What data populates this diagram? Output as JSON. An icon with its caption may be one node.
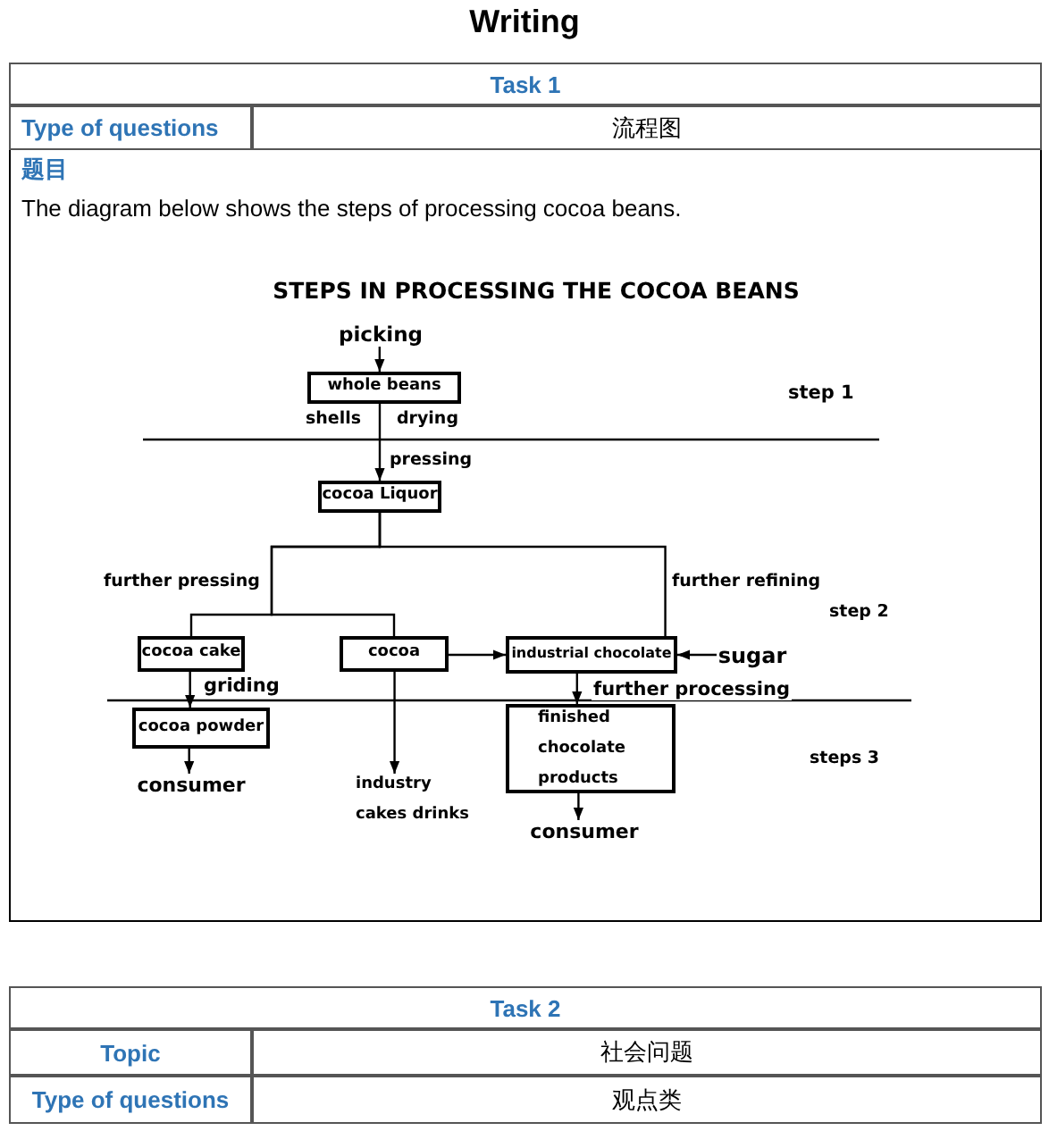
{
  "diagram": {
    "title": "Writing",
    "nodes": [
      {
        "text": [
          "picking"
        ]
      },
      {
        "text": [
          "whole beans"
        ],
        "beside": [
          "shells",
          "drying"
        ]
      },
      {
        "text": [
          "cocoa Liquor"
        ]
      },
      {
        "text": [
          "cocoa cake"
        ]
      },
      {
        "text": [
          "cocoa"
        ]
      },
      {
        "text": [
          "industrial chocolate"
        ]
      },
      {
        "text": [
          "sugar"
        ]
      },
      {
        "text": [
          "cocoa powder"
        ]
      },
      {
        "text": [
          "consumer"
        ]
      },
      {
        "text": [
          "industry cakes drinks"
        ]
      },
      {
        "text": [
          "finished chocolate products"
        ]
      },
      {
        "text": [
          "consumer"
        ]
      }
    ],
    "edges": [
      {
        "from": 0,
        "to": 1,
        "arrow": "to"
      },
      {
        "from": 1,
        "to": 2,
        "arrow": "to"
      },
      {
        "from": 2,
        "to": 3,
        "arrow": "none"
      },
      {
        "from": 2,
        "to": 4,
        "arrow": "none"
      },
      {
        "from": 2,
        "to": 5,
        "arrow": "none"
      },
      {
        "from": 4,
        "to": 5,
        "arrow": "to"
      },
      {
        "from": 6,
        "to": 5,
        "arrow": "to"
      },
      {
        "from": 3,
        "to": 7,
        "arrow": "to",
        "label": "griding"
      },
      {
        "from": 7,
        "to": 8,
        "arrow": "to"
      },
      {
        "from": 4,
        "to": 9,
        "arrow": "to"
      },
      {
        "from": 5,
        "to": 10,
        "arrow": "to",
        "label": "further processing"
      },
      {
        "from": 10,
        "to": 11,
        "arrow": "to"
      }
    ],
    "labels": [
      "Task 1",
      "Type of questions",
      "流程图",
      "题目",
      "The diagram below shows the steps of processing cocoa beans.",
      "STEPS IN PROCESSING THE COCOA BEANS",
      "step 1",
      "pressing",
      "further pressing",
      "further refining",
      "step 2",
      "steps 3",
      "Task 2",
      "Topic",
      "社会问题",
      "Type of questions",
      "观点类"
    ]
  }
}
